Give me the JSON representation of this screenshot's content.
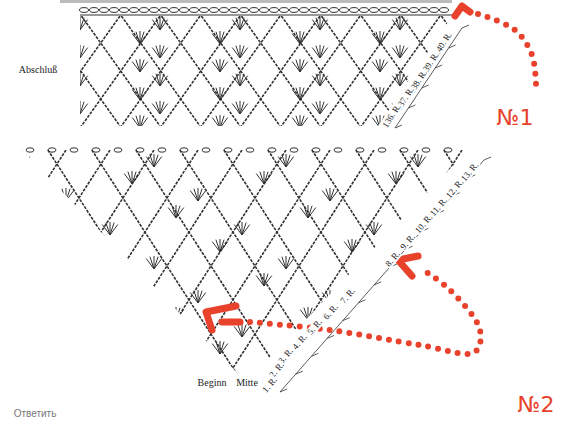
{
  "diagram": {
    "labels": [
      "Abschluß",
      "140. R.",
      "139. R.",
      "138. R.",
      "137. R.",
      "136. R.",
      "13. R.",
      "12. R.",
      "11. R.",
      "10. R.",
      "9. R.",
      "8. R.",
      "7. R.",
      "6. R.",
      "5. R.",
      "4. R.",
      "3. R.",
      "2. R.",
      "1. R.",
      "Beginn",
      "Mitte",
      "№1",
      "№2",
      "Ответить"
    ]
  }
}
